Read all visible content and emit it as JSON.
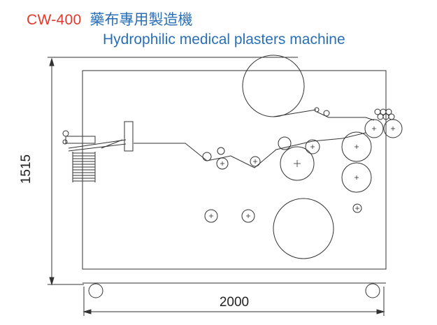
{
  "header": {
    "model": "CW-400",
    "chinese_name": "藥布專用製造機",
    "english_name": "Hydrophilic medical plasters machine"
  },
  "dimensions": {
    "height_label": "1515",
    "width_label": "2000"
  },
  "colors": {
    "model": "#e23a2e",
    "chinese_name": "#2a6fb5",
    "english_name": "#2a6fb5",
    "line": "#333333"
  }
}
